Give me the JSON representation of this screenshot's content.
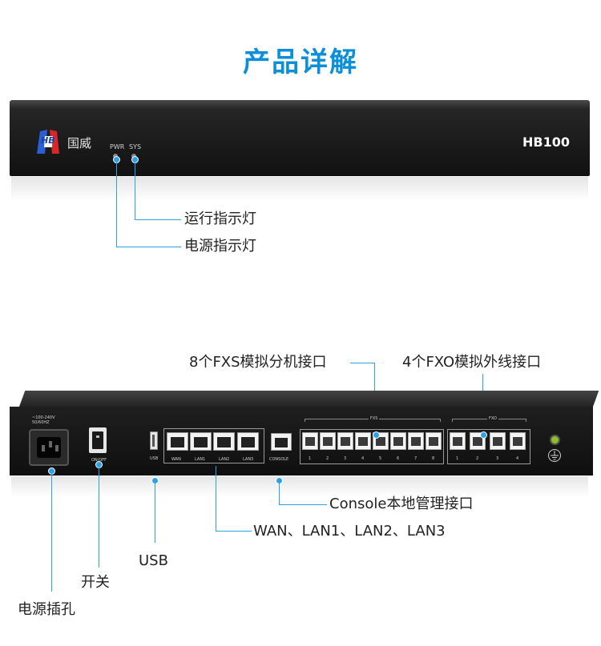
{
  "title": "产品详解",
  "front": {
    "brand": "国威",
    "brand_mark": "HB",
    "model": "HB100",
    "led_pwr": "PWR",
    "led_sys": "SYS",
    "callouts": {
      "run_indicator": "运行指示灯",
      "power_indicator": "电源指示灯"
    }
  },
  "back": {
    "panel_texts": {
      "power_rating": "~100-240V 50/60HZ",
      "onoff": "ON/OFF",
      "usb": "USB",
      "wan": "WAN",
      "lan1": "LAN1",
      "lan2": "LAN2",
      "lan3": "LAN3",
      "console": "CONSOLE",
      "fxs": "FXS",
      "fxo": "FXO",
      "fxs_numbers": [
        "1",
        "2",
        "3",
        "4",
        "5",
        "6",
        "7",
        "8"
      ],
      "fxo_numbers": [
        "1",
        "2",
        "3",
        "4"
      ]
    },
    "callouts": {
      "fxs_ports": "8个FXS模拟分机接口",
      "fxo_ports": "4个FXO模拟外线接口",
      "console_port": "Console本地管理接口",
      "network_ports": "WAN、LAN1、LAN2、LAN3",
      "usb": "USB",
      "switch": "开关",
      "power_socket": "电源插孔"
    }
  },
  "colors": {
    "accent": "#2aa3e6",
    "title": "#0a8fd8",
    "device": "#1e1e1e"
  }
}
